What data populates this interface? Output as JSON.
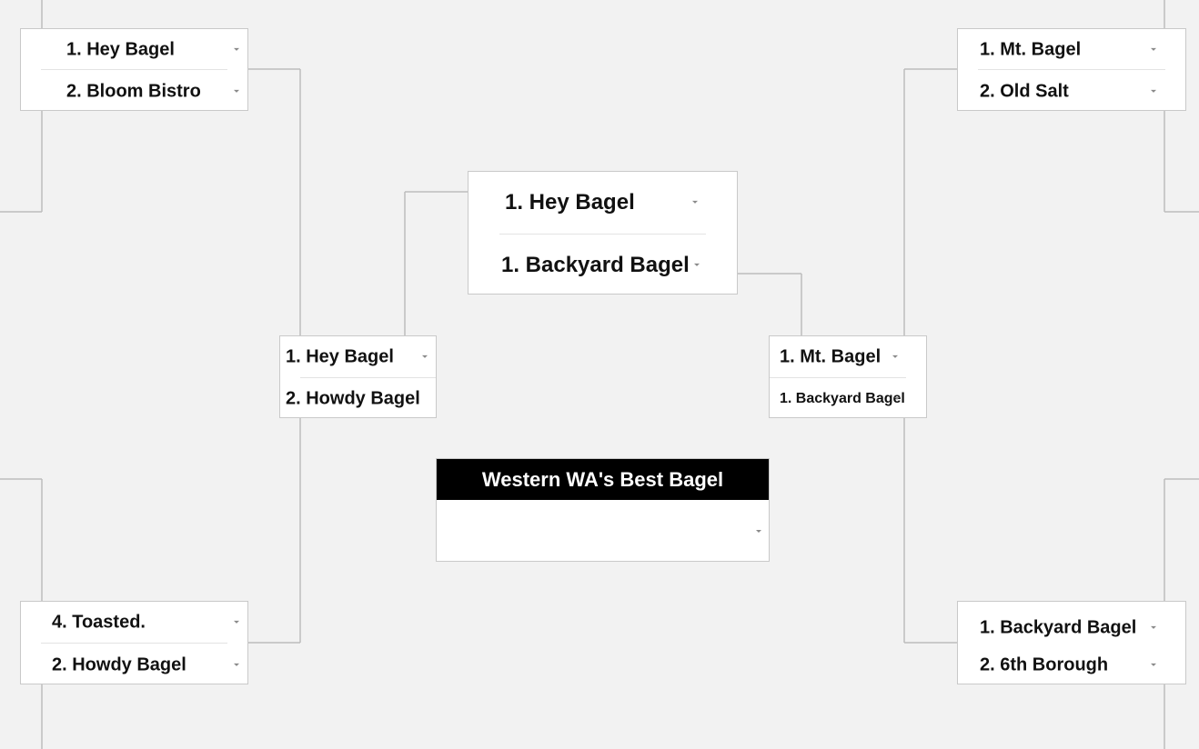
{
  "bracket": {
    "left_top": {
      "team1": "1. Hey Bagel",
      "team2": "2. Bloom Bistro"
    },
    "left_bottom": {
      "team1": "4. Toasted.",
      "team2": "2. Howdy Bagel"
    },
    "left_semi": {
      "team1": "1. Hey Bagel",
      "team2": "2. Howdy Bagel"
    },
    "final": {
      "team1": "1. Hey Bagel",
      "team2": "1. Backyard Bagel"
    },
    "right_semi": {
      "team1": "1. Mt. Bagel",
      "team2": "1. Backyard Bagel"
    },
    "right_top": {
      "team1": "1. Mt. Bagel",
      "team2": "2. Old Salt"
    },
    "right_bottom": {
      "team1": "1. Backyard Bagel",
      "team2": "2. 6th Borough"
    },
    "champion": {
      "title": "Western WA's Best Bagel",
      "value": ""
    }
  },
  "colors": {
    "background": "#f2f2f2",
    "connector": "#bdbdbd",
    "box_border": "#c9c9c9",
    "champion_header": "#000000",
    "champion_header_text": "#ffffff"
  },
  "icons": {
    "dropdown": "caret-down-icon"
  }
}
